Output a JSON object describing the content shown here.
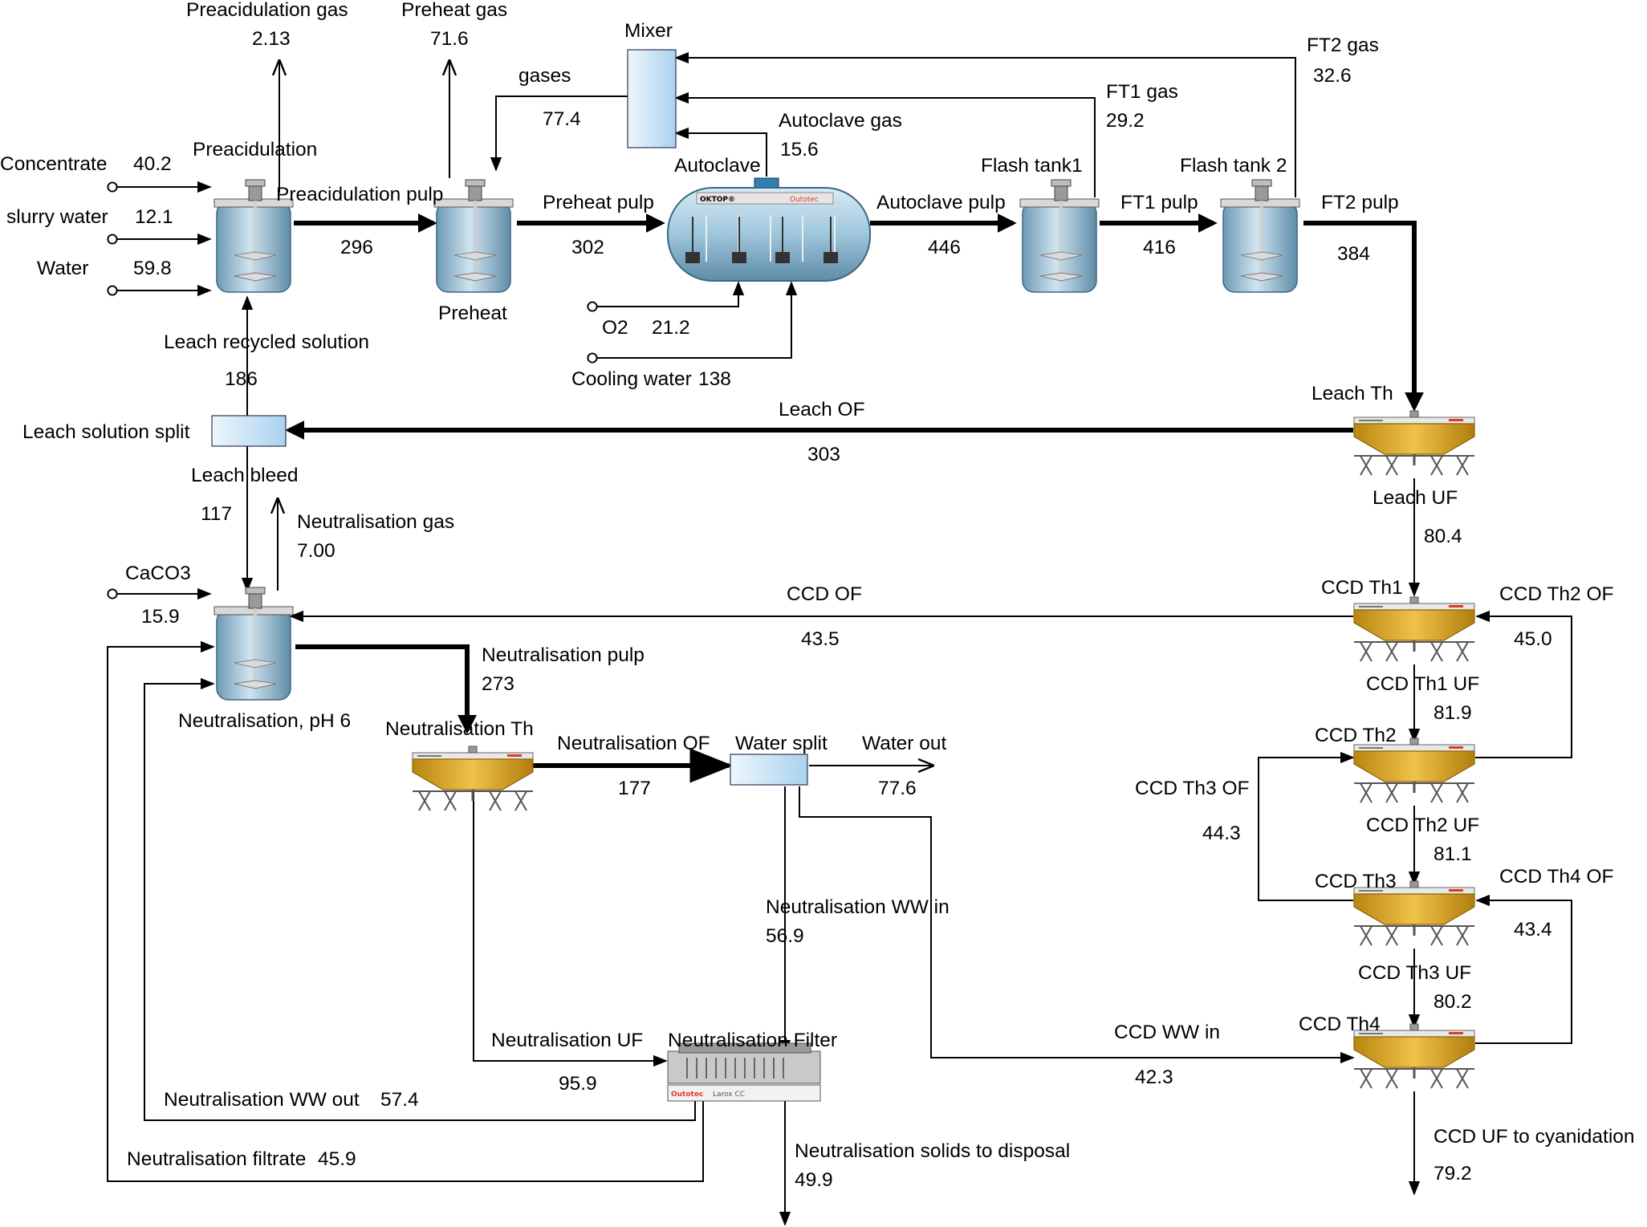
{
  "colors": {
    "tank_body": "#9ec6dc",
    "tank_dark": "#5d8aa5",
    "thickener": "#d6a21c",
    "thickener_dark": "#a87a0e",
    "mixer_gradient_start": "#e8f3fb",
    "mixer_gradient_end": "#a9d2ef",
    "brand_red": "#e03a26"
  },
  "equipment": {
    "mixer": "Mixer",
    "preacidulation": "Preacidulation",
    "preheat": "Preheat",
    "autoclave": "Autoclave",
    "flash_tank_1": "Flash tank1",
    "flash_tank_2": "Flash tank 2",
    "leach_th": "Leach Th",
    "leach_solution_split": "Leach solution split",
    "neutralisation": "Neutralisation, pH 6",
    "neutralisation_th": "Neutralisation Th",
    "water_split": "Water split",
    "neutralisation_filter": "Neutralisation Filter",
    "ccd_th1": "CCD Th1",
    "ccd_th2": "CCD Th2",
    "ccd_th3": "CCD Th3",
    "ccd_th4": "CCD Th4"
  },
  "logos": {
    "oktop": "OKTOP®",
    "outotec": "Outotec",
    "larox": "Larox CC",
    "supaflo": "SUPAFLO Conventional Thickener"
  },
  "streams": {
    "preacidulation_gas": {
      "label": "Preacidulation gas",
      "value": "2.13"
    },
    "preheat_gas": {
      "label": "Preheat gas",
      "value": "71.6"
    },
    "gases": {
      "label": "gases",
      "value": "77.4"
    },
    "autoclave_gas": {
      "label": "Autoclave gas",
      "value": "15.6"
    },
    "ft1_gas": {
      "label": "FT1 gas",
      "value": "29.2"
    },
    "ft2_gas": {
      "label": "FT2 gas",
      "value": "32.6"
    },
    "concentrate": {
      "label": "Concentrate",
      "value": "40.2"
    },
    "slurry_water": {
      "label": "slurry water",
      "value": "12.1"
    },
    "water": {
      "label": "Water",
      "value": "59.8"
    },
    "preacidulation_pulp": {
      "label": "Preacidulation pulp",
      "value": "296"
    },
    "preheat_pulp": {
      "label": "Preheat pulp",
      "value": "302"
    },
    "autoclave_pulp": {
      "label": "Autoclave pulp",
      "value": "446"
    },
    "ft1_pulp": {
      "label": "FT1 pulp",
      "value": "416"
    },
    "ft2_pulp": {
      "label": "FT2 pulp",
      "value": "384"
    },
    "o2": {
      "label": "O2",
      "value": "21.2"
    },
    "cooling_water": {
      "label": "Cooling water",
      "value": "138"
    },
    "leach_recycled_solution": {
      "label": "Leach recycled solution",
      "value": "186"
    },
    "leach_of": {
      "label": "Leach OF",
      "value": "303"
    },
    "leach_bleed": {
      "label": "Leach bleed",
      "value": "117"
    },
    "leach_uf": {
      "label": "Leach UF",
      "value": "80.4"
    },
    "neutralisation_gas": {
      "label": "Neutralisation gas",
      "value": "7.00"
    },
    "caco3": {
      "label": "CaCO3",
      "value": "15.9"
    },
    "ccd_of": {
      "label": "CCD OF",
      "value": "43.5"
    },
    "ccd_th2_of": {
      "label": "CCD Th2 OF",
      "value": "45.0"
    },
    "neutralisation_pulp": {
      "label": "Neutralisation pulp",
      "value": "273"
    },
    "ccd_th1_uf": {
      "label": "CCD Th1 UF",
      "value": "81.9"
    },
    "neutralisation_of": {
      "label": "Neutralisation OF",
      "value": "177"
    },
    "water_out": {
      "label": "Water out",
      "value": "77.6"
    },
    "ccd_th3_of": {
      "label": "CCD Th3 OF",
      "value": "44.3"
    },
    "ccd_th2_uf": {
      "label": "CCD Th2 UF",
      "value": "81.1"
    },
    "ccd_th4_of": {
      "label": "CCD Th4 OF",
      "value": "43.4"
    },
    "neutralisation_ww_in": {
      "label": "Neutralisation WW in",
      "value": "56.9"
    },
    "ccd_th3_uf": {
      "label": "CCD Th3 UF",
      "value": "80.2"
    },
    "neutralisation_uf": {
      "label": "Neutralisation UF",
      "value": "95.9"
    },
    "ccd_ww_in": {
      "label": "CCD WW in",
      "value": "42.3"
    },
    "neutralisation_ww_out": {
      "label": "Neutralisation WW out",
      "value": "57.4"
    },
    "neutralisation_filtrate": {
      "label": "Neutralisation filtrate",
      "value": "45.9"
    },
    "neutralisation_solids": {
      "label": "Neutralisation solids to disposal",
      "value": "49.9"
    },
    "ccd_uf_to_cyanidation": {
      "label": "CCD UF to cyanidation",
      "value": "79.2"
    }
  }
}
